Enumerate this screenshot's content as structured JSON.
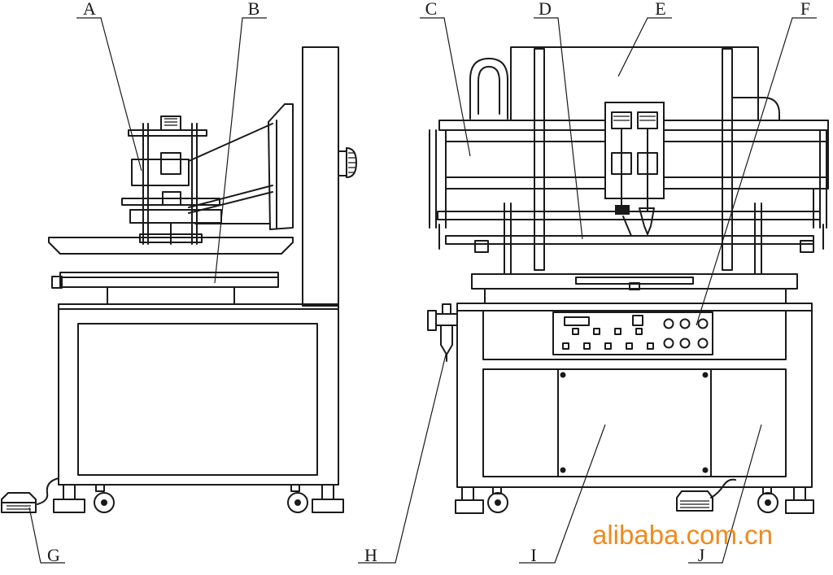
{
  "callouts": {
    "A": "A",
    "B": "B",
    "C": "C",
    "D": "D",
    "E": "E",
    "F": "F",
    "G": "G",
    "H": "H",
    "I": "I",
    "J": "J"
  },
  "watermark": "alibaba.com.cn",
  "colors": {
    "line": "#1a1a1a",
    "watermark": "#f08a1c",
    "background": "#ffffff"
  }
}
